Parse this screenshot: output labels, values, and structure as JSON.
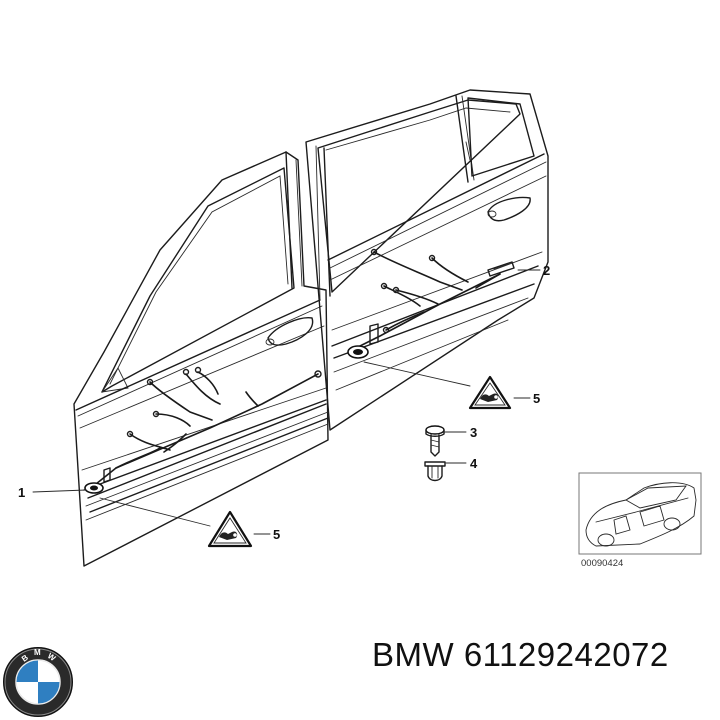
{
  "callouts": [
    {
      "label": "1"
    },
    {
      "label": "2"
    },
    {
      "label": "3"
    },
    {
      "label": "4"
    },
    {
      "label": "5"
    },
    {
      "label": "5"
    }
  ],
  "inset": {
    "reference": "00090424"
  },
  "footer": {
    "part_text": "BMW 61129242072"
  },
  "logo": {
    "brand": "BMW",
    "colors": {
      "blue": "#2f7fc1",
      "ring": "#111111",
      "white": "#ffffff"
    }
  }
}
